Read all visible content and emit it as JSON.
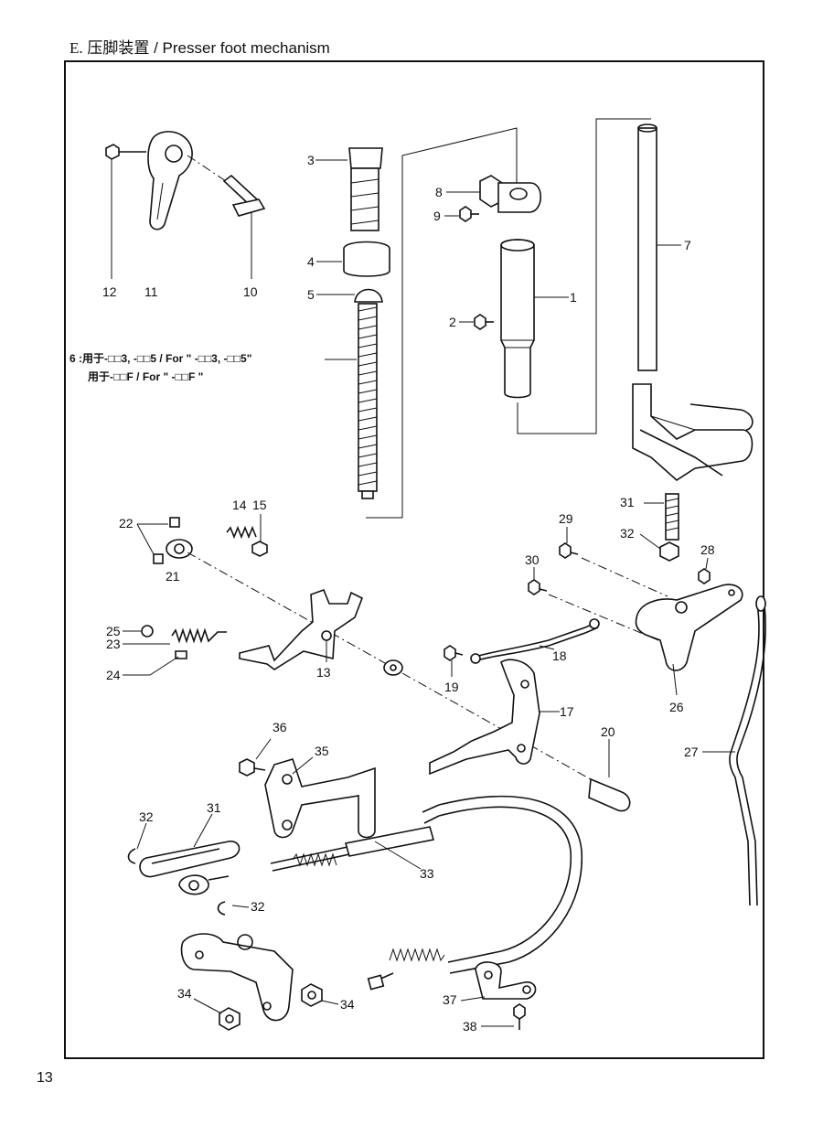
{
  "header": {
    "section_letter": "E.",
    "title_cn": "压脚装置",
    "title_sep": " / ",
    "title_en": "Presser foot mechanism"
  },
  "page_number": "13",
  "part_note": {
    "line1": "6 :用于-□□3, -□□5 / For \" -□□3, -□□5\"",
    "line2": "用于-□□F / For \" -□□F \""
  },
  "callouts": {
    "c1": "1",
    "c2": "2",
    "c3": "3",
    "c4": "4",
    "c5": "5",
    "c7": "7",
    "c8": "8",
    "c9": "9",
    "c10": "10",
    "c11": "11",
    "c12": "12",
    "c13": "13",
    "c14": "14",
    "c15": "15",
    "c17": "17",
    "c18": "18",
    "c19": "19",
    "c20": "20",
    "c21": "21",
    "c22": "22",
    "c23": "23",
    "c24": "24",
    "c25": "25",
    "c26": "26",
    "c27": "27",
    "c28": "28",
    "c29": "29",
    "c30": "30",
    "c31a": "31",
    "c31b": "31",
    "c32a": "32",
    "c32b": "32",
    "c32c": "32",
    "c33": "33",
    "c34a": "34",
    "c34b": "34",
    "c35": "35",
    "c36": "36",
    "c37": "37",
    "c38": "38"
  }
}
